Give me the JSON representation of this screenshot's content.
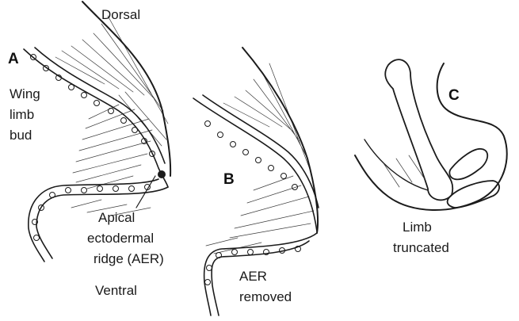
{
  "figure": {
    "panel_a": {
      "letter": "A",
      "dorsal": "Dorsal",
      "wing_lines": [
        "Wing",
        "limb",
        "bud"
      ],
      "aer_lines": [
        "Apical",
        "ectodermal",
        "ridge (AER)"
      ],
      "ventral": "Ventral"
    },
    "panel_b": {
      "letter": "B",
      "removed_lines": [
        "AER",
        "removed"
      ]
    },
    "panel_c": {
      "letter": "C",
      "truncated_lines": [
        "Limb",
        "truncated"
      ]
    },
    "colors": {
      "ink": "#1b1b1b",
      "paper": "#ffffff"
    }
  }
}
